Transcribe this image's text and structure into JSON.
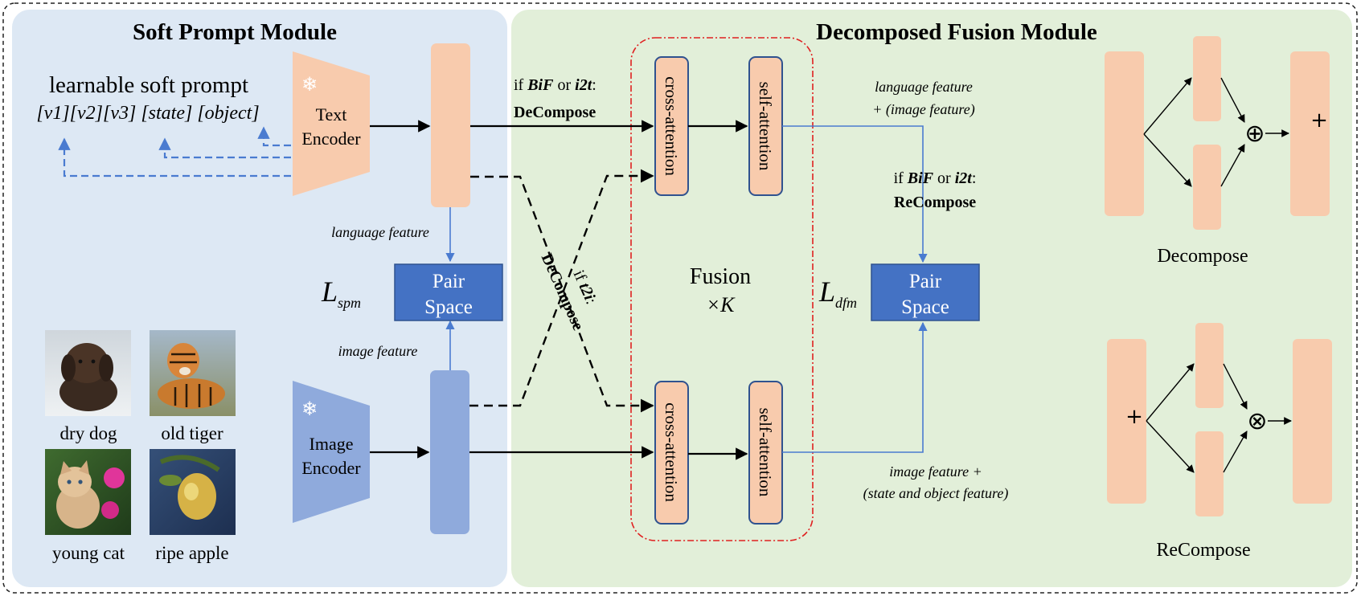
{
  "soft_prompt_module": {
    "title": "Soft Prompt Module",
    "prompt_title": "learnable soft prompt",
    "prompt_tokens": "[v1][v2][v3] [state] [object]",
    "text_encoder_line1": "Text",
    "text_encoder_line2": "Encoder",
    "image_encoder_line1": "Image",
    "image_encoder_line2": "Encoder",
    "language_feature_label": "language feature",
    "image_feature_label": "image feature",
    "pair_space_line1": "Pair",
    "pair_space_line2": "Space",
    "loss_letter": "L",
    "loss_subscript": "spm",
    "snowflake_icon": "❄",
    "examples": [
      {
        "label": "dry dog"
      },
      {
        "label": "old tiger"
      },
      {
        "label": "young cat"
      },
      {
        "label": "ripe apple"
      }
    ]
  },
  "decomposed_fusion_module": {
    "title": "Decomposed Fusion Module",
    "branch_top_prefix": "if ",
    "branch_top_bif": "BiF",
    "branch_top_or": " or ",
    "branch_top_i2t": "i2t",
    "branch_top_colon": ":",
    "branch_top_op": "DeCompose",
    "branch_cross_prefix": "if ",
    "branch_cross_t2i": "t2i",
    "branch_cross_colon": ":",
    "branch_cross_op": "DeCompose",
    "cross_attention_label": "cross-attention",
    "self_attention_label": "self-attention",
    "fusion_label": "Fusion",
    "fusion_repeat": "×K",
    "top_output_line1": "language feature",
    "top_output_line2": "+ (image feature)",
    "recompose_prefix": "if ",
    "recompose_bif": "BiF",
    "recompose_or": " or ",
    "recompose_i2t": "i2t",
    "recompose_colon": ":",
    "recompose_op": "ReCompose",
    "bottom_output_line1": "image feature +",
    "bottom_output_line2": "(state and object feature)",
    "pair_space_line1": "Pair",
    "pair_space_line2": "Space",
    "loss_letter": "L",
    "loss_subscript": "dfm",
    "decompose_caption": "Decompose",
    "recompose_caption": "ReCompose",
    "plus_symbol": "+",
    "oplus_symbol": "⊕",
    "otimes_symbol": "⊗"
  },
  "colors": {
    "soft_prompt_bg": "#dde8f4",
    "fusion_bg": "#e2efd9",
    "text_feature": "#f8cbad",
    "image_feature": "#8faadc",
    "pair_space": "#4472c4",
    "dashed_blue": "#4a7bd0",
    "fusion_border": "#e02020"
  }
}
